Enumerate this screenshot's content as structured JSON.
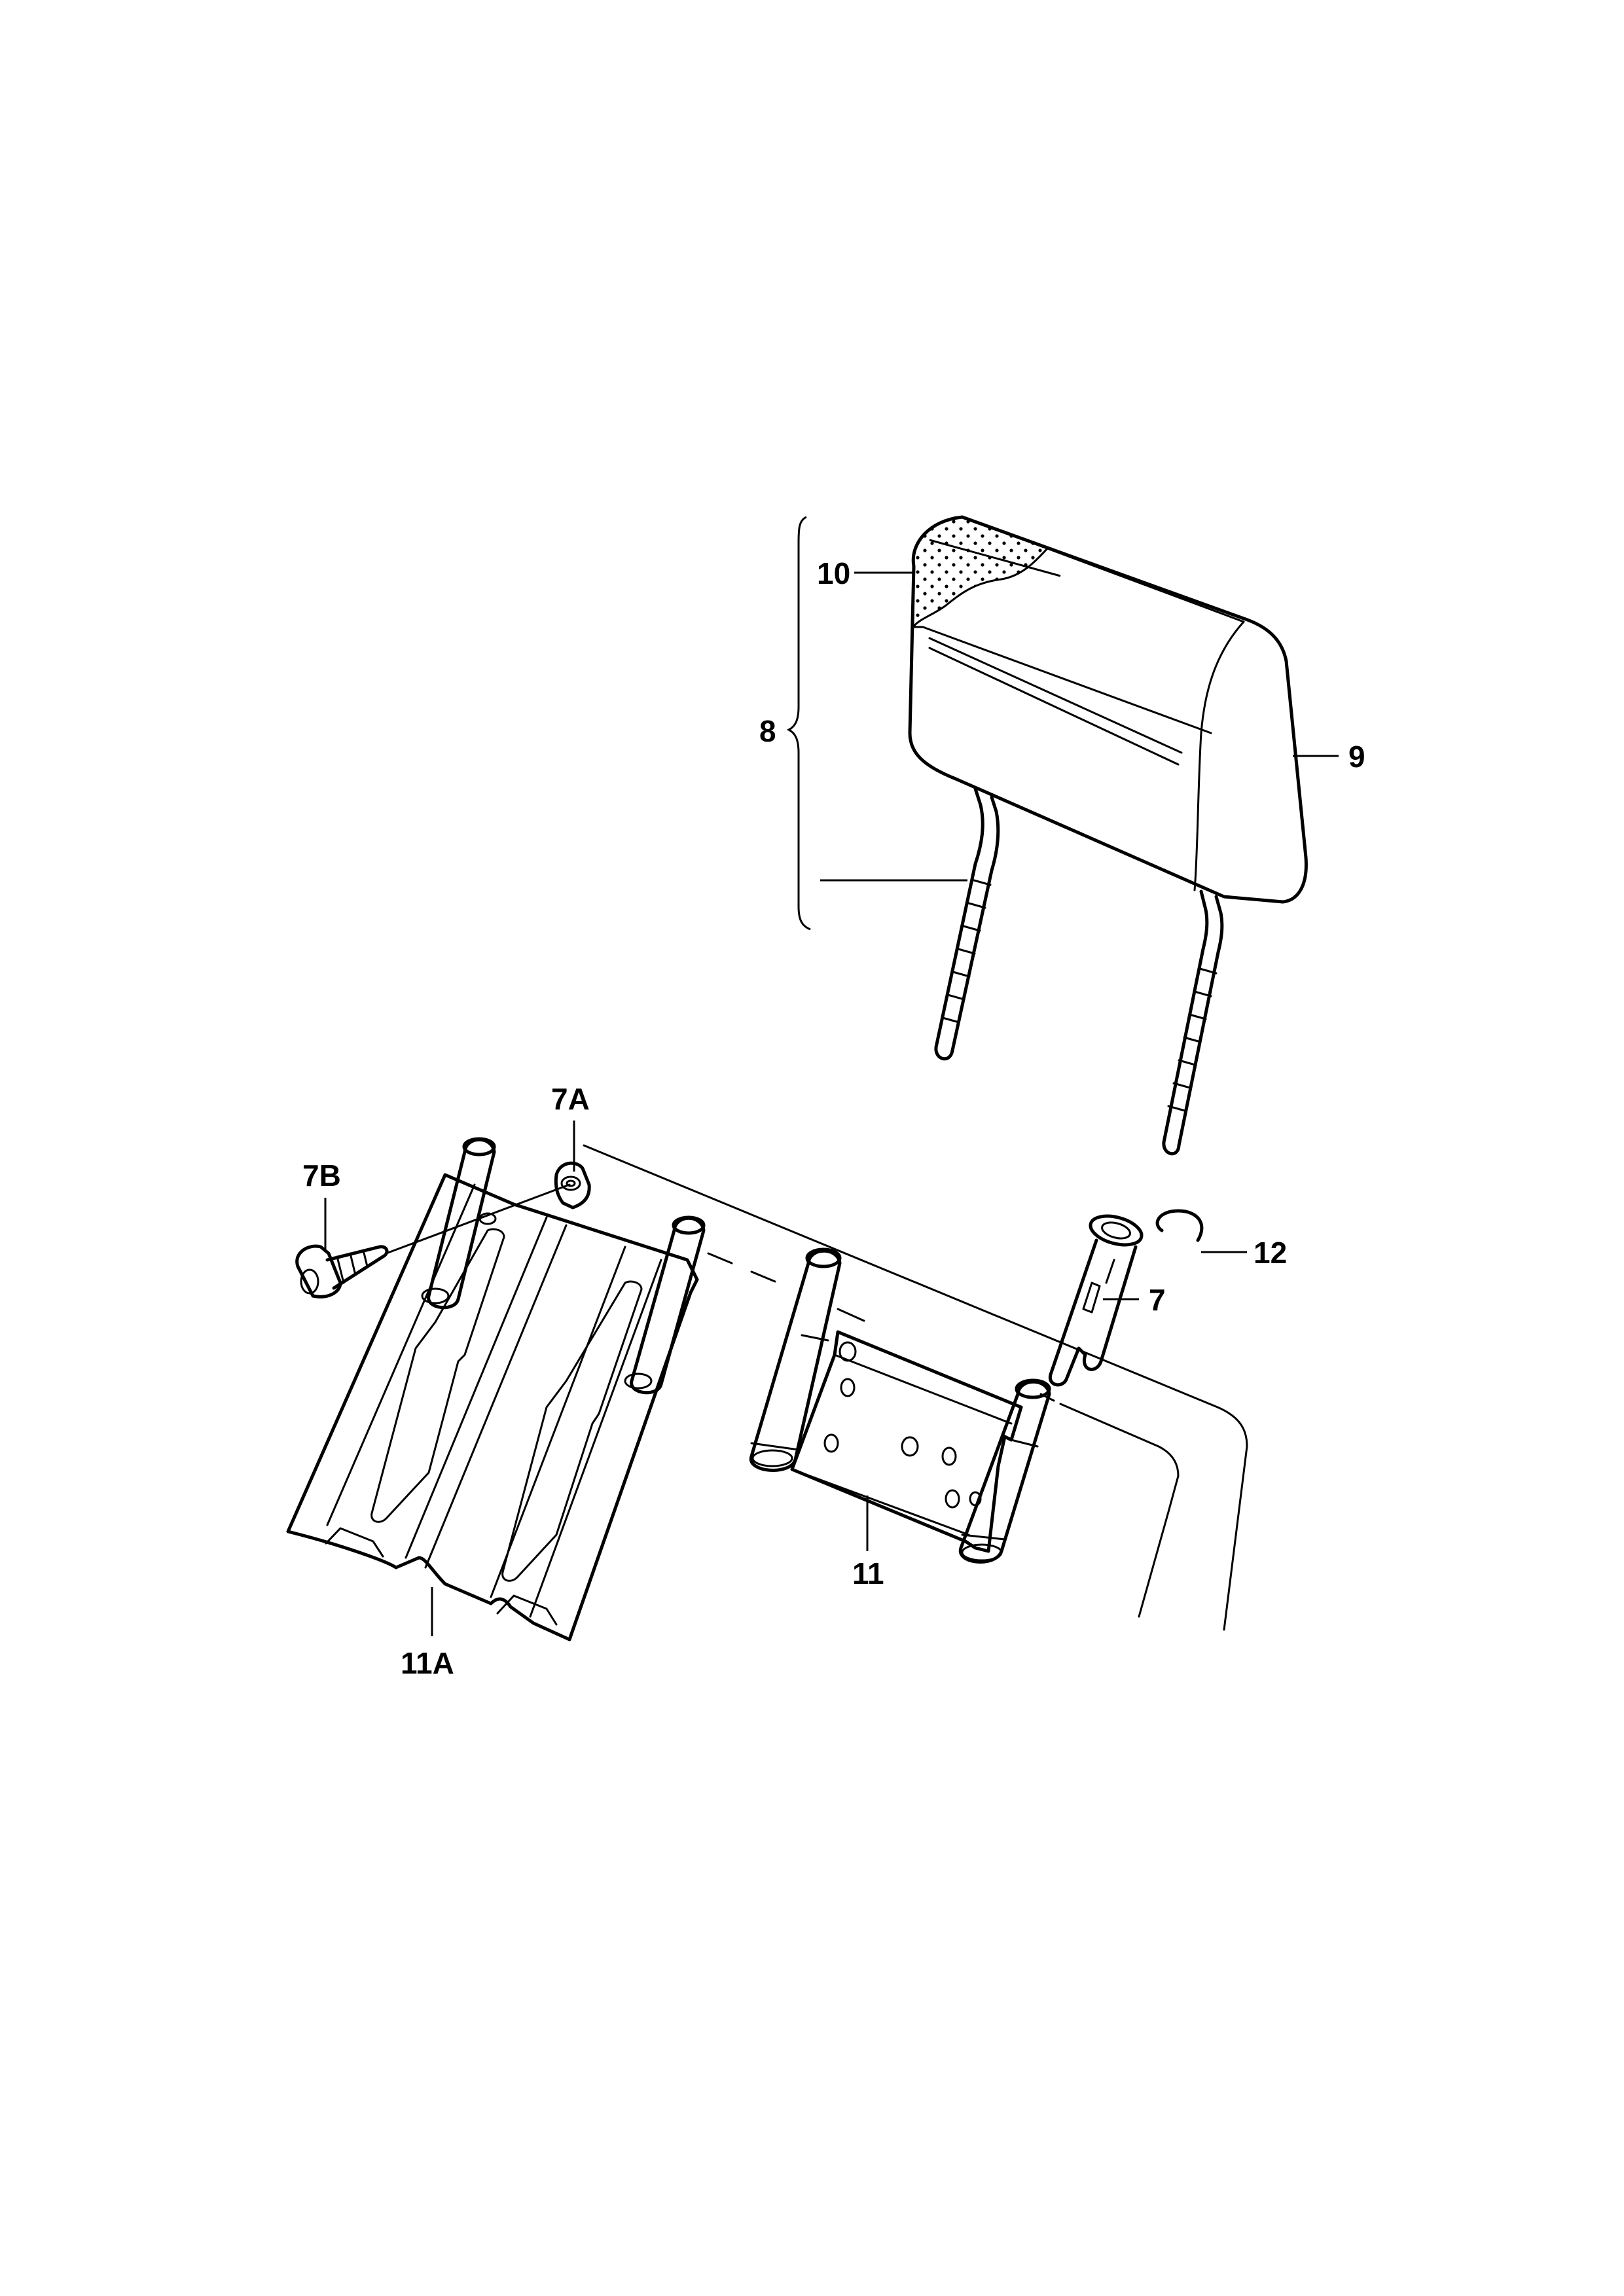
{
  "diagram": {
    "callouts": {
      "c10": "10",
      "c8": "8",
      "c9": "9",
      "c7a": "7A",
      "c7b": "7B",
      "c12": "12",
      "c7": "7",
      "c11": "11",
      "c11a": "11A"
    },
    "colors": {
      "line": "#000000",
      "background": "#ffffff"
    }
  }
}
